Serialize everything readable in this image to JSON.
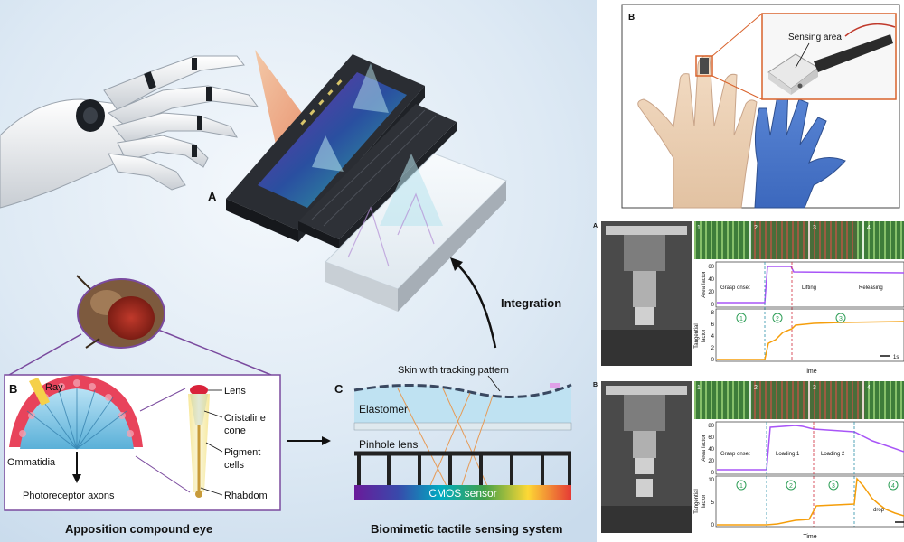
{
  "left_panel": {
    "label_A": "A",
    "label_B": "B",
    "label_C": "C",
    "integration_label": "Integration",
    "eye": {
      "ray": "Ray",
      "ommatidia": "Ommatidia",
      "photoreceptor_axons": "Photoreceptor axons",
      "lens": "Lens",
      "cristaline_cone_1": "Cristaline",
      "cristaline_cone_2": "cone",
      "pigment_cells_1": "Pigment",
      "pigment_cells_2": "cells",
      "rhabdom": "Rhabdom"
    },
    "caption_left": "Apposition compound eye",
    "tactile": {
      "skin_label": "Skin with tracking pattern",
      "elastomer": "Elastomer",
      "pinhole_lens": "Pinhole lens",
      "cmos_sensor": "CMOS sensor"
    },
    "caption_right": "Biomimetic tactile sensing system"
  },
  "right_top": {
    "label_B": "B",
    "sensing_area": "Sensing area"
  },
  "plot_A": {
    "panel_label": "A",
    "frames": [
      "1",
      "2",
      "3",
      "4"
    ],
    "area_ylabel": "Area factor",
    "area_ticks": [
      "60",
      "40",
      "20",
      "0"
    ],
    "annot_grasp": "Grasp onset",
    "annot_lifting": "Lifting",
    "annot_releasing": "Releasing",
    "tang_ylabel_1": "Tangential",
    "tang_ylabel_2": "factor",
    "tang_ticks": [
      "8",
      "6",
      "4",
      "2",
      "0"
    ],
    "phase_labels": [
      "1",
      "2",
      "3"
    ],
    "scale_label": "1s",
    "xlabel": "Time"
  },
  "plot_B": {
    "panel_label": "B",
    "frames": [
      "1",
      "2",
      "3",
      "4"
    ],
    "area_ylabel": "Area factor",
    "area_ticks": [
      "80",
      "60",
      "40",
      "20",
      "0"
    ],
    "annot_grasp": "Grasp onset",
    "annot_loading1": "Loading 1",
    "annot_loading2": "Loading 2",
    "tang_ylabel_1": "Tangential",
    "tang_ylabel_2": "factor",
    "tang_ticks": [
      "10",
      "5",
      "0"
    ],
    "phase_labels": [
      "1",
      "2",
      "3",
      "4"
    ],
    "annot_drop": "drop",
    "xlabel": "Time"
  },
  "colors": {
    "bg_gradient_center": "#eaf2fa",
    "purple_frame": "#7a4a9e",
    "area_line": "#a855f7",
    "tang_line": "#f59e0b",
    "phase_green": "#2e9e57"
  }
}
